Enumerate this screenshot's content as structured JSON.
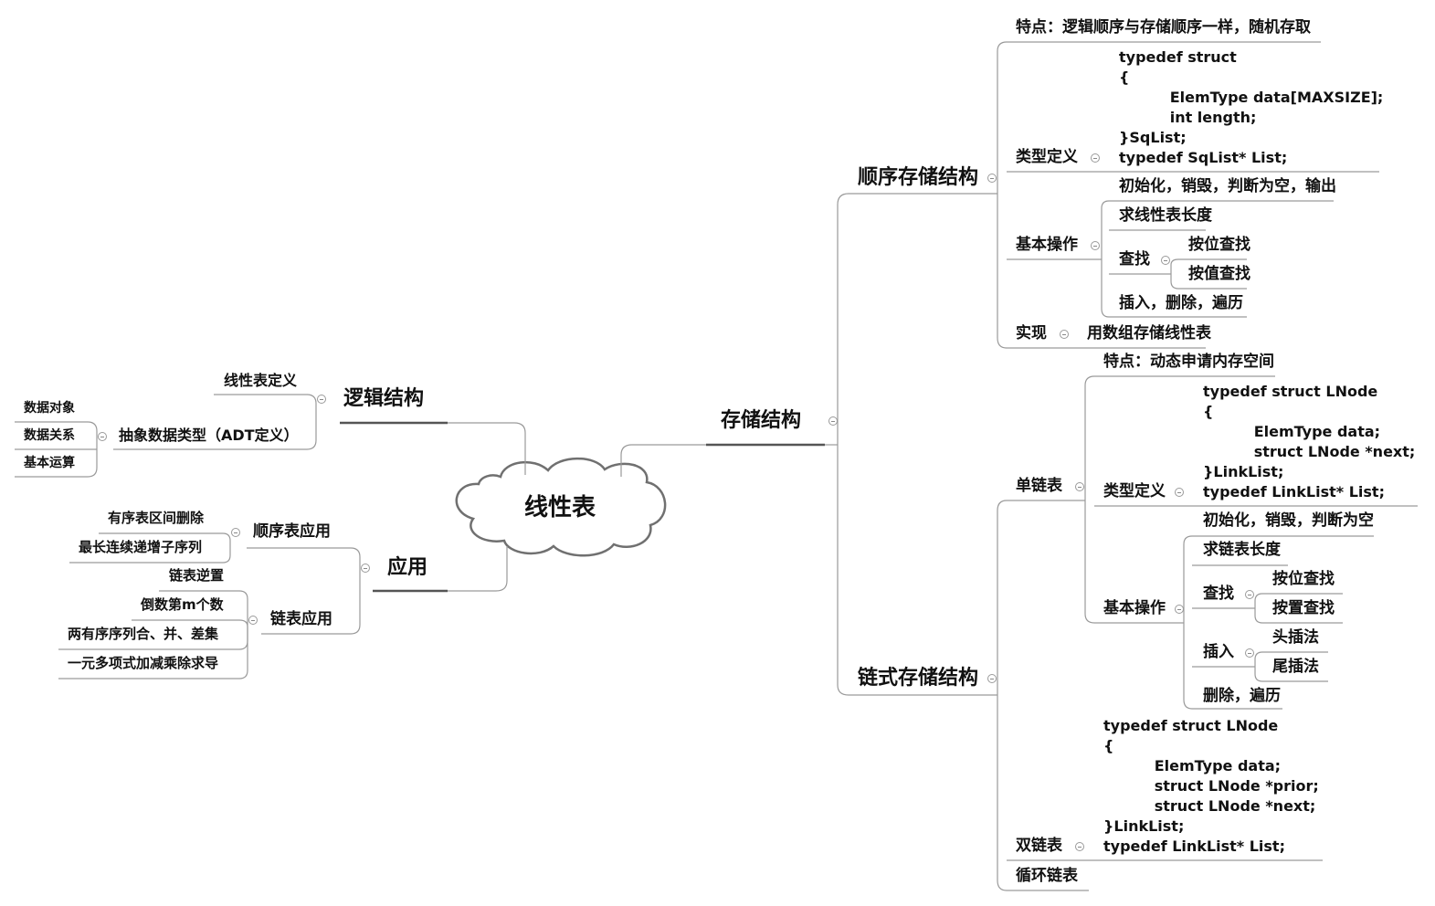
{
  "central": "线性表",
  "left": {
    "logical": {
      "title": "逻辑结构",
      "definition": "线性表定义",
      "adt": "抽象数据类型（ADT定义）",
      "adt_items": [
        "数据对象",
        "数据关系",
        "基本运算"
      ]
    },
    "application": {
      "title": "应用",
      "seq_app": "顺序表应用",
      "seq_items": [
        "有序表区间删除",
        "最长连续递增子序列"
      ],
      "link_app": "链表应用",
      "link_items": [
        "链表逆置",
        "倒数第m个数",
        "两有序序列合、并、差集",
        "一元多项式加减乘除求导"
      ]
    }
  },
  "storage": {
    "title": "存储结构",
    "sequential": {
      "title": "顺序存储结构",
      "feature": "特点：逻辑顺序与存储顺序一样，随机存取",
      "type_def": "类型定义",
      "type_code": "typedef struct\n{\n          ElemType data[MAXSIZE];\n          int length;\n}SqList;\ntypedef SqList* List;",
      "basic_ops": "基本操作",
      "ops": {
        "init": "初始化，销毁，判断为空，输出",
        "length": "求线性表长度",
        "find": "查找",
        "find_pos": "按位查找",
        "find_val": "按值查找",
        "insert": "插入，删除，遍历"
      },
      "impl": "实现",
      "impl_value": "用数组存储线性表"
    },
    "linked": {
      "title": "链式存储结构",
      "single": {
        "title": "单链表",
        "feature": "特点：动态申请内存空间",
        "type_def": "类型定义",
        "type_code": "typedef struct LNode\n{\n          ElemType data;\n          struct LNode *next;\n}LinkList;\ntypedef LinkList* List;",
        "basic_ops": "基本操作",
        "ops": {
          "init": "初始化，销毁，判断为空",
          "length": "求链表长度",
          "find": "查找",
          "find_pos": "按位查找",
          "find_set": "按置查找",
          "insert": "插入",
          "head_insert": "头插法",
          "tail_insert": "尾插法",
          "delete": "删除，遍历"
        }
      },
      "double": {
        "title": "双链表",
        "type_code": "typedef struct LNode\n{\n          ElemType data;\n          struct LNode *prior;\n          struct LNode *next;\n}LinkList;\ntypedef LinkList* List;"
      },
      "circular": {
        "title": "循环链表"
      }
    }
  }
}
